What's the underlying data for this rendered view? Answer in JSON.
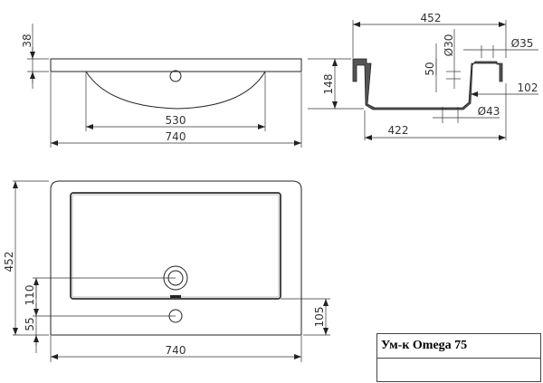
{
  "title_block": {
    "product_name": "Ум-к Omega 75",
    "second_row": ""
  },
  "front_view": {
    "dim_thickness": "38",
    "dim_bowl_width": "530",
    "dim_overall_width": "740"
  },
  "side_section": {
    "dim_overall_depth": "452",
    "dim_height": "148",
    "dim_overflow_dia": "Ø30",
    "dim_overflow_height": "50",
    "dim_tap_hole_dia": "Ø35",
    "dim_tap_hole_offset": "102",
    "dim_drain_dia": "Ø43",
    "dim_bowl_depth": "422"
  },
  "top_view": {
    "dim_overall_depth": "452",
    "dim_drain_offset": "110",
    "dim_tap_offset": "55",
    "dim_bowl_edge_offset": "105",
    "dim_overall_width": "740"
  },
  "colors": {
    "line": "#222222",
    "background": "#ffffff"
  }
}
